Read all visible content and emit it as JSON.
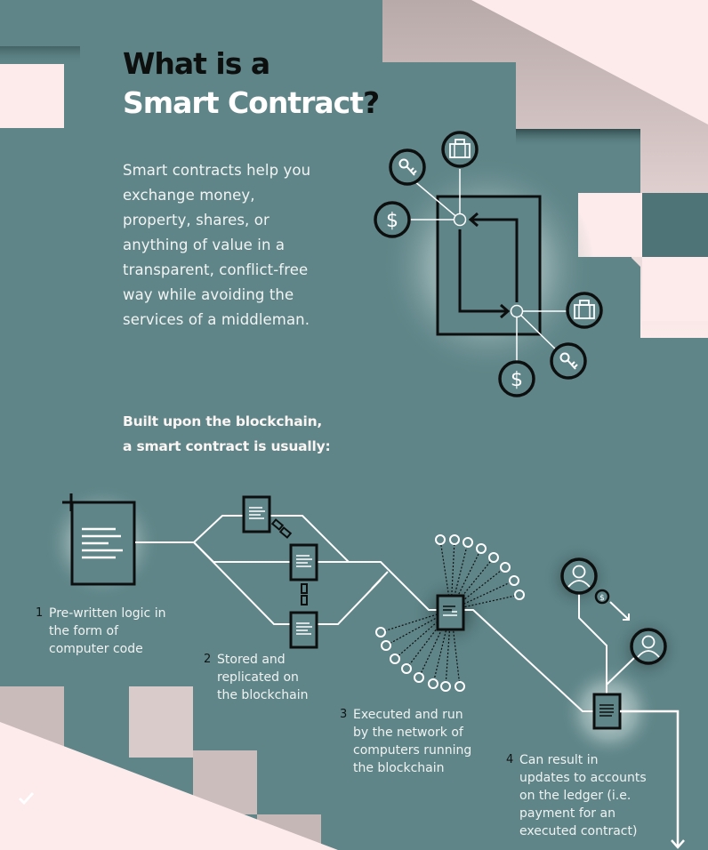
{
  "title": {
    "line1": "What is a",
    "line2": "Smart Contract",
    "question_mark": "?"
  },
  "intro": {
    "lines": [
      "Smart contracts help you",
      "exchange money,",
      "property, shares, or",
      "anything of value in a",
      "transparent, conflict-free",
      "way while avoiding the",
      "services of a middleman."
    ]
  },
  "subheading": {
    "lines": [
      "Built upon the blockchain,",
      "a smart contract is usually:"
    ]
  },
  "exchange_icons": {
    "top_left": [
      "key-icon",
      "briefcase-icon",
      "dollar-icon"
    ],
    "bottom_right": [
      "briefcase-icon",
      "key-icon",
      "dollar-icon"
    ]
  },
  "steps": [
    {
      "number": "1",
      "lines": [
        "Pre-written logic in",
        "the form of",
        "computer code"
      ]
    },
    {
      "number": "2",
      "lines": [
        "Stored and",
        "replicated on",
        "the blockchain"
      ]
    },
    {
      "number": "3",
      "lines": [
        "Executed and run",
        "by the network of",
        "computers running",
        "the blockchain"
      ]
    },
    {
      "number": "4",
      "lines": [
        "Can result in",
        "updates to accounts",
        "on the ledger (i.e.",
        "payment for an",
        "executed contract)"
      ]
    }
  ],
  "colors": {
    "background_teal": "#5f8588",
    "pink": "#fcebea",
    "dark": "#0d0f0f",
    "white": "#ffffff"
  }
}
